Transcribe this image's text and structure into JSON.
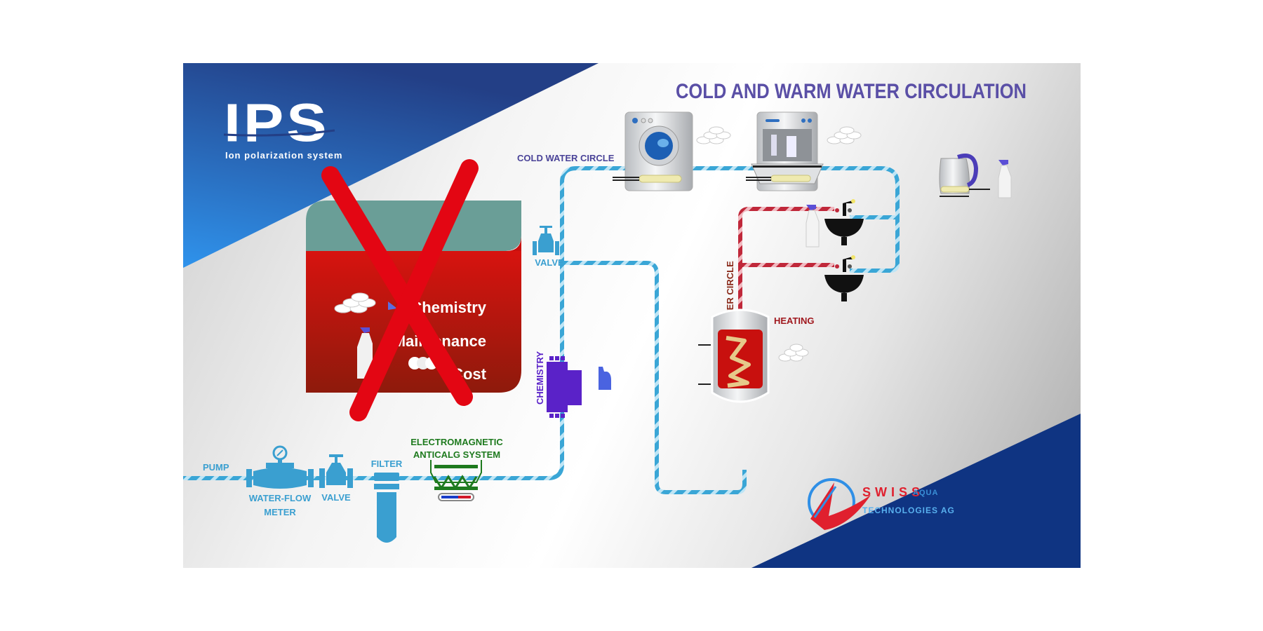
{
  "logo": {
    "title": "IPS",
    "subtitle": "Ion polarization system"
  },
  "header": {
    "title": "COLD AND WARM WATER CIRCULATION"
  },
  "no_box": {
    "items": [
      {
        "label": "Chemistry",
        "icon": "tablets-icon"
      },
      {
        "label": "Maintenance",
        "icon": "spray-bottle-icon"
      },
      {
        "label": "Cost",
        "icon": "coins-icon"
      }
    ],
    "crossed_out": true
  },
  "labels": {
    "pump": "PUMP",
    "flow_meter_1": "WATER-FLOW",
    "flow_meter_2": "METER",
    "valve_main": "VALVE",
    "filter": "FILTER",
    "electromagnetic_1": "ELECTROMAGNETIC",
    "electromagnetic_2": "ANTICALG  SYSTEM",
    "chemistry": "CHEMISTRY",
    "valve_branch": "VALVE",
    "cold_circle": "COLD WATER CIRCLE",
    "warm_circle": "WARM WATER CIRCLE",
    "heating": "HEATING"
  },
  "appliances": [
    "washing-machine",
    "dishwasher",
    "kettle",
    "sink",
    "sink",
    "boiler"
  ],
  "brand": {
    "name_1": "SWISS",
    "name_2": "AQUA",
    "name_3": "TECHNOLOGIES AG"
  },
  "colors": {
    "blue_dark": "#233f86",
    "blue_light": "#2f8fe6",
    "pipe_cold": "#3aa6d6",
    "pipe_warm": "#c0283a",
    "title_purple": "#5a4fa6",
    "chemistry_purple": "#5a22c8",
    "box_red": "#c8100e",
    "box_teal": "#6a9e97",
    "cross_red": "#e30613",
    "green": "#1e7a1e",
    "brand_red": "#e0202e",
    "brand_navy": "#0f3482"
  }
}
